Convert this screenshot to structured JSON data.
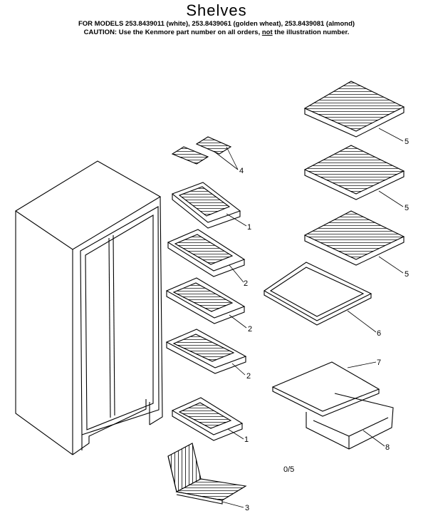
{
  "header": {
    "title": "Shelves",
    "models_line": "FOR MODELS 253.8439011 (white), 253.8439061 (golden wheat), 253.8439081 (almond)",
    "caution_before": "CAUTION: Use the Kenmore part number on all orders, ",
    "caution_not": "not",
    "caution_after": " the illustration number."
  },
  "callouts": [
    {
      "id": "1",
      "label": "1"
    },
    {
      "id": "2",
      "label": "2"
    },
    {
      "id": "3",
      "label": "3"
    },
    {
      "id": "4",
      "label": "4"
    },
    {
      "id": "5",
      "label": "5"
    },
    {
      "id": "6",
      "label": "6"
    },
    {
      "id": "7",
      "label": "7"
    },
    {
      "id": "8",
      "label": "8"
    }
  ],
  "page_code": "0/5"
}
